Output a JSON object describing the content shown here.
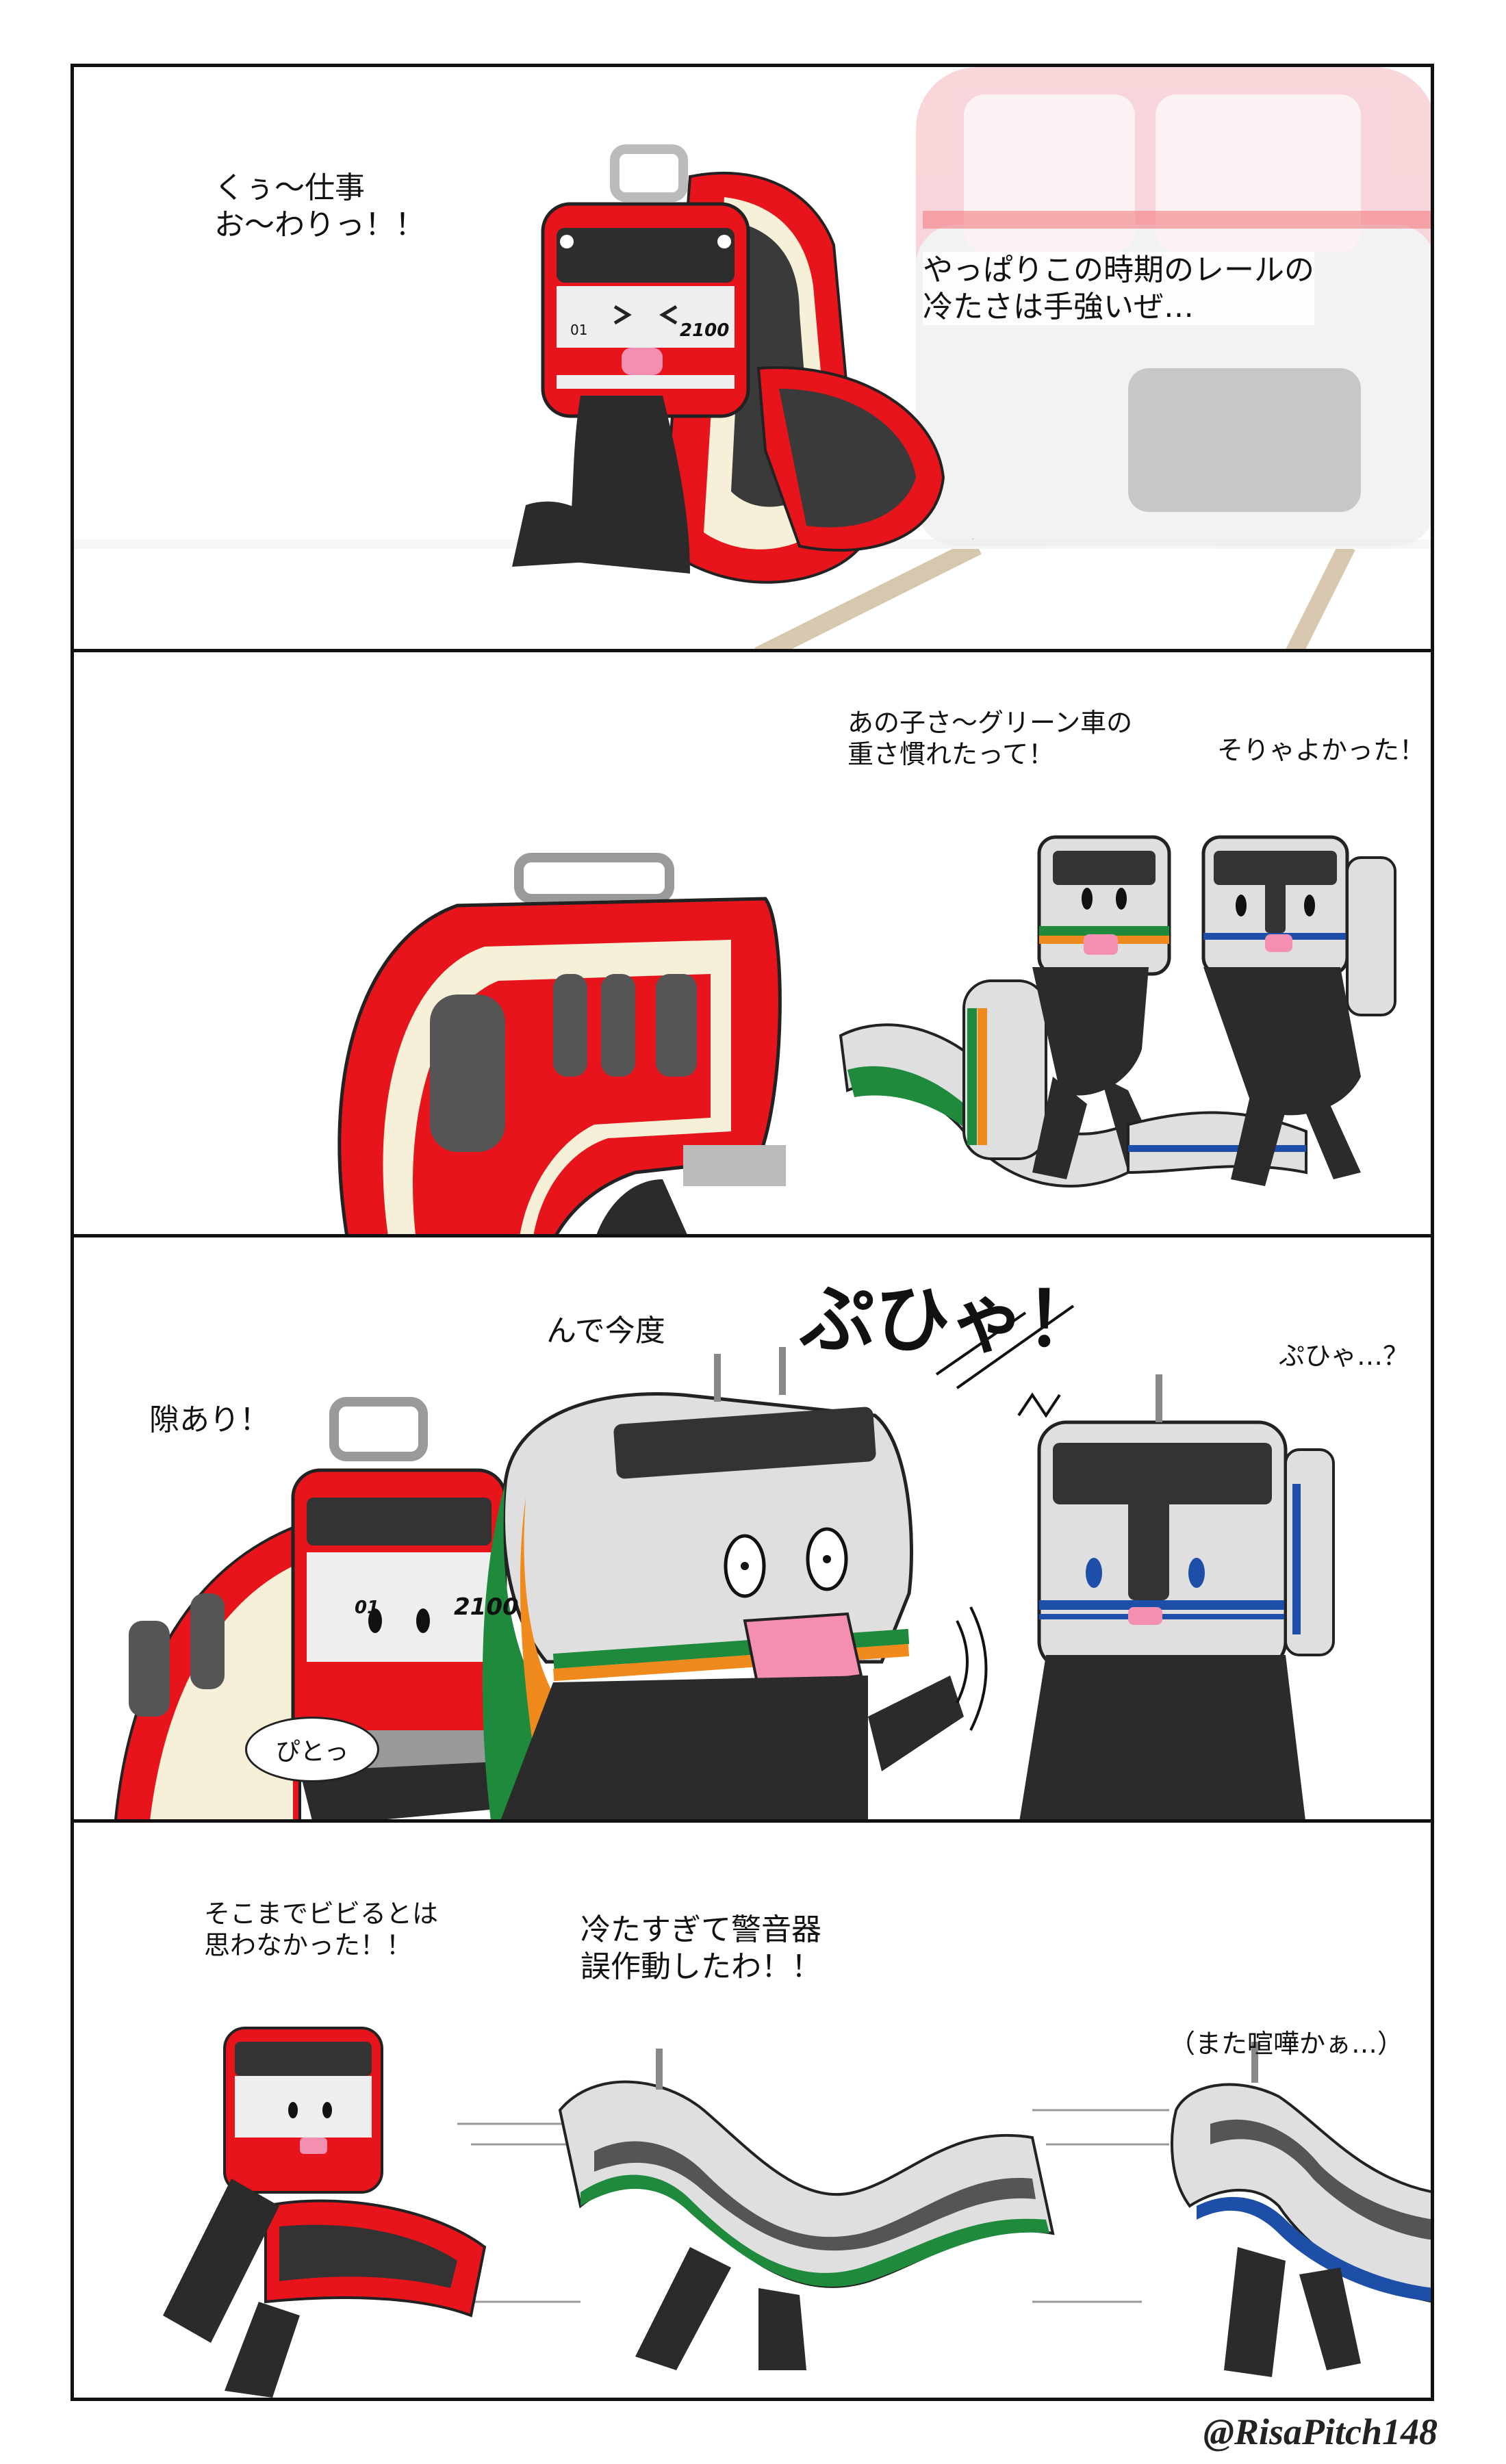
{
  "panel1": {
    "caption_left": "くぅ〜仕事\nお〜わりっ！！",
    "caption_right": "やっぱりこの時期のレールの\n冷たさは手強いぜ…",
    "train_number": "2100",
    "car_number": "01"
  },
  "panel2": {
    "caption_green": "あの子さ〜グリーン車の\n重さ慣れたって！",
    "caption_blue": "そりゃよかった！"
  },
  "panel3": {
    "caption_red": "隙あり！",
    "caption_mid": "んで今度",
    "sfx": "ぷひゃ！",
    "caption_blue": "ぷひゃ…？",
    "bubble": "ぴとっ",
    "train_number": "2100",
    "car_number": "01"
  },
  "panel4": {
    "caption_red": "そこまでビビるとは\n思わなかった！！",
    "caption_green": "冷たすぎて警音器\n誤作動したわ！！",
    "caption_blue": "（また喧嘩かぁ…）"
  },
  "credit": "@RisaPitch148",
  "colors": {
    "red_train": "#e8141c",
    "cream": "#f6f0d8",
    "green_stripe": "#1f8a3c",
    "orange_stripe": "#f08a1c",
    "blue_stripe": "#1d4fa8",
    "body_black": "#2b2b2b"
  }
}
